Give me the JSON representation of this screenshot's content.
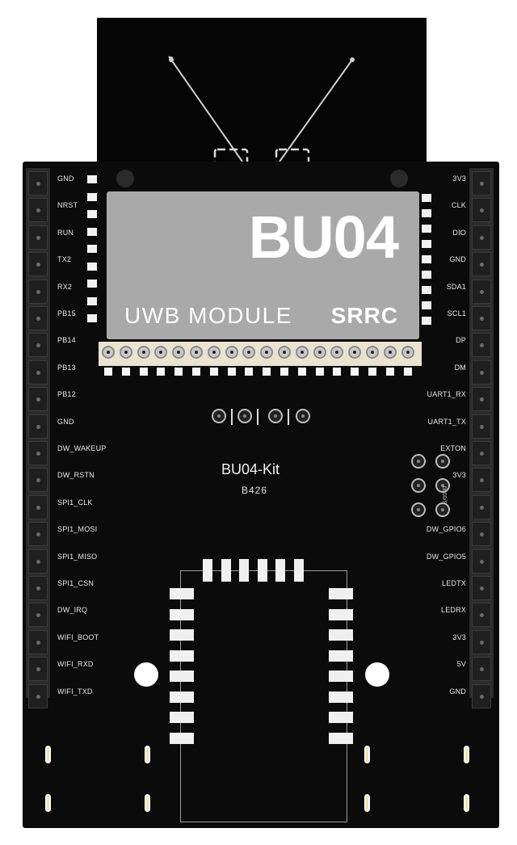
{
  "module": {
    "name": "BU04",
    "subtitle": "UWB MODULE",
    "cert": "SRRC"
  },
  "board": {
    "kit_name": "BU04-Kit",
    "code": "B426",
    "rotated_text": "0000/S"
  },
  "left_pins": [
    "GND",
    "NRST",
    "RUN",
    "TX2",
    "RX2",
    "PB15",
    "PB14",
    "PB13",
    "PB12",
    "GND",
    "DW_WAKEUP",
    "DW_RSTN",
    "SPI1_CLK",
    "SPI1_MOSI",
    "SPI1_MISO",
    "SPI1_CSN",
    "DW_IRQ",
    "WIFI_BOOT",
    "WIFI_RXD",
    "WIFI_TXD"
  ],
  "right_pins": [
    "3V3",
    "CLK",
    "DIO",
    "GND",
    "SDA1",
    "SCL1",
    "DP",
    "DM",
    "UART1_RX",
    "UART1_TX",
    "EXTON",
    "3V3",
    "",
    "DW_GPIO6",
    "DW_GPIO5",
    "LEDTX",
    "LEDRX",
    "3V3",
    "5V",
    "GND"
  ]
}
